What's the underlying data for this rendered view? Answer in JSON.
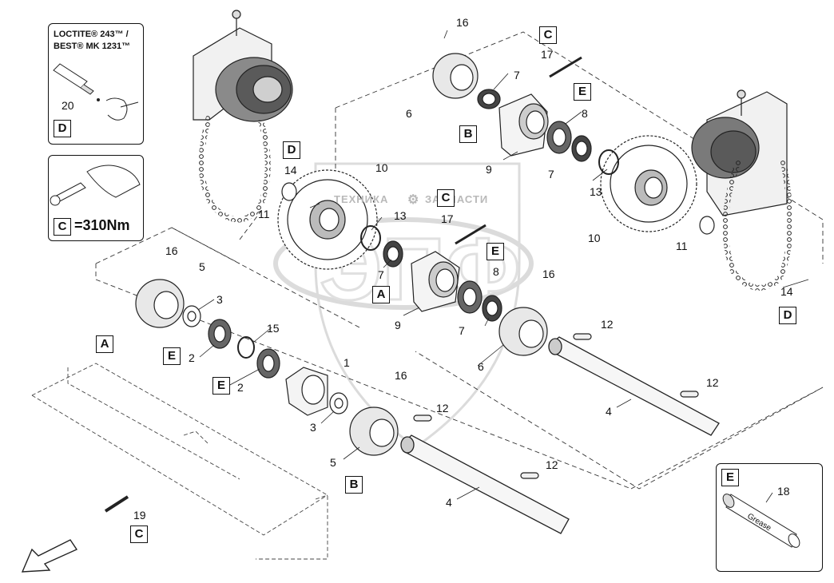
{
  "callouts": {
    "n1": "1",
    "n2a": "2",
    "n2b": "2",
    "n3a": "3",
    "n3b": "3",
    "n4a": "4",
    "n4b": "4",
    "n5a": "5",
    "n5b": "5",
    "n6a": "6",
    "n6b": "6",
    "n7a": "7",
    "n7b": "7",
    "n7c": "7",
    "n7d": "7",
    "n8a": "8",
    "n8b": "8",
    "n9a": "9",
    "n9b": "9",
    "n10a": "10",
    "n10b": "10",
    "n11a": "11",
    "n11b": "11",
    "n12a": "12",
    "n12b": "12",
    "n12c": "12",
    "n12d": "12",
    "n13a": "13",
    "n13b": "13",
    "n14a": "14",
    "n14b": "14",
    "n15": "15",
    "n16a": "16",
    "n16b": "16",
    "n16c": "16",
    "n16d": "16",
    "n17a": "17",
    "n17b": "17",
    "n18": "18",
    "n19": "19",
    "n20": "20"
  },
  "letter_boxes": {
    "c_top": "C",
    "e_top": "E",
    "b_top": "B",
    "d_left": "D",
    "c_mid": "C",
    "e_mid": "E",
    "a_mid": "A",
    "d_right": "D",
    "a_left": "A",
    "e_left1": "E",
    "e_left2": "E",
    "b_bottom": "B",
    "c_bottom": "C"
  },
  "loctite_panel": {
    "line1": "LOCTITE® 243™ /",
    "line2": "BEST® MK 1231™",
    "number": "20",
    "letter": "D"
  },
  "torque_panel": {
    "letter": "C",
    "value": "=310Nm"
  },
  "grease_panel": {
    "letter": "E",
    "number": "18",
    "label": "Grease"
  },
  "watermark": {
    "left": "ТЕХНИКА",
    "right": "ЗАПЧАСТИ",
    "logo": "ЭПФ"
  }
}
